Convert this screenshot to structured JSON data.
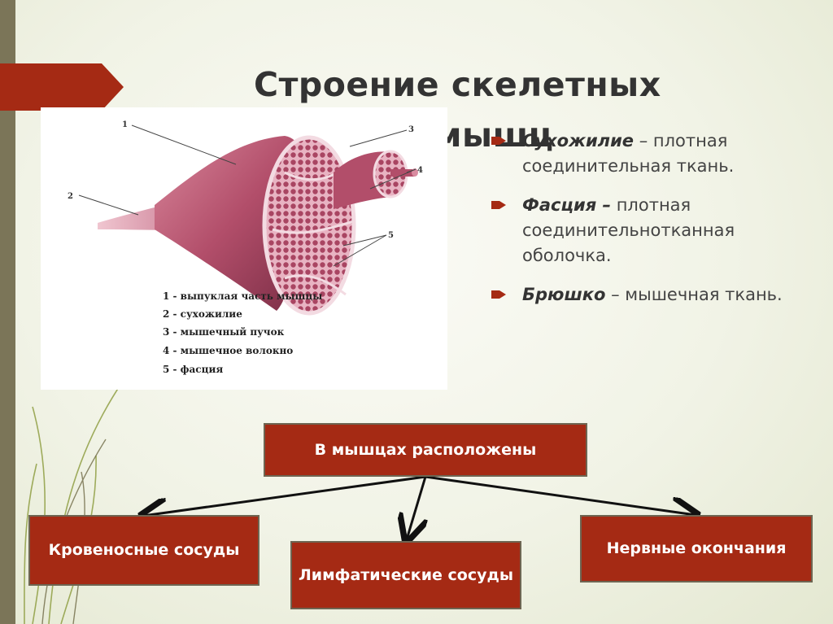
{
  "title": {
    "line1": "Строение скелетных",
    "line2": "мышц"
  },
  "figure": {
    "numbers": [
      "1",
      "2",
      "3",
      "4",
      "5"
    ],
    "legend": [
      "1 - выпуклая часть мышцы",
      "2 - сухожилие",
      "3 - мышечный пучок",
      "4 - мышечное волокно",
      "5 - фасция"
    ]
  },
  "bullets": [
    {
      "term": "Сухожилие",
      "rest": " – плотная соединительная ткань."
    },
    {
      "term": "Фасция –",
      "rest": " плотная соединительнотканная оболочка."
    },
    {
      "term": "Брюшко",
      "rest": " – мышечная ткань."
    }
  ],
  "diagram": {
    "top": "В мышцах расположены",
    "left": "Кровеносные сосуды",
    "middle": "Лимфатические сосуды",
    "right": "Нервные окончания"
  },
  "colors": {
    "accent": "#a52a14",
    "sidebar": "#7b7558",
    "text": "#444444"
  }
}
